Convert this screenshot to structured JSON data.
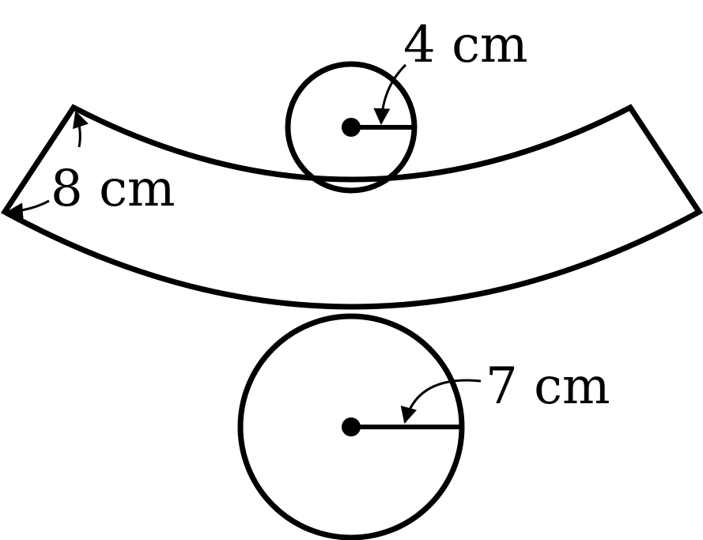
{
  "colors": {
    "stroke": "#000000",
    "background": "#ffffff"
  },
  "labels": {
    "small_circle_radius": "4 cm",
    "band_width": "8 cm",
    "large_circle_radius": "7 cm"
  }
}
